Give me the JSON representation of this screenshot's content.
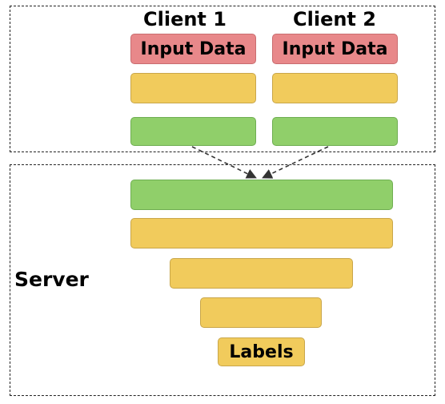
{
  "clients": [
    {
      "title": "Client 1",
      "input_label": "Input Data"
    },
    {
      "title": "Client 2",
      "input_label": "Input Data"
    }
  ],
  "server": {
    "title": "Server",
    "output_label": "Labels"
  },
  "colors": {
    "input": "#e8888a",
    "hidden": "#f1cb5c",
    "cut": "#90cf6a"
  }
}
